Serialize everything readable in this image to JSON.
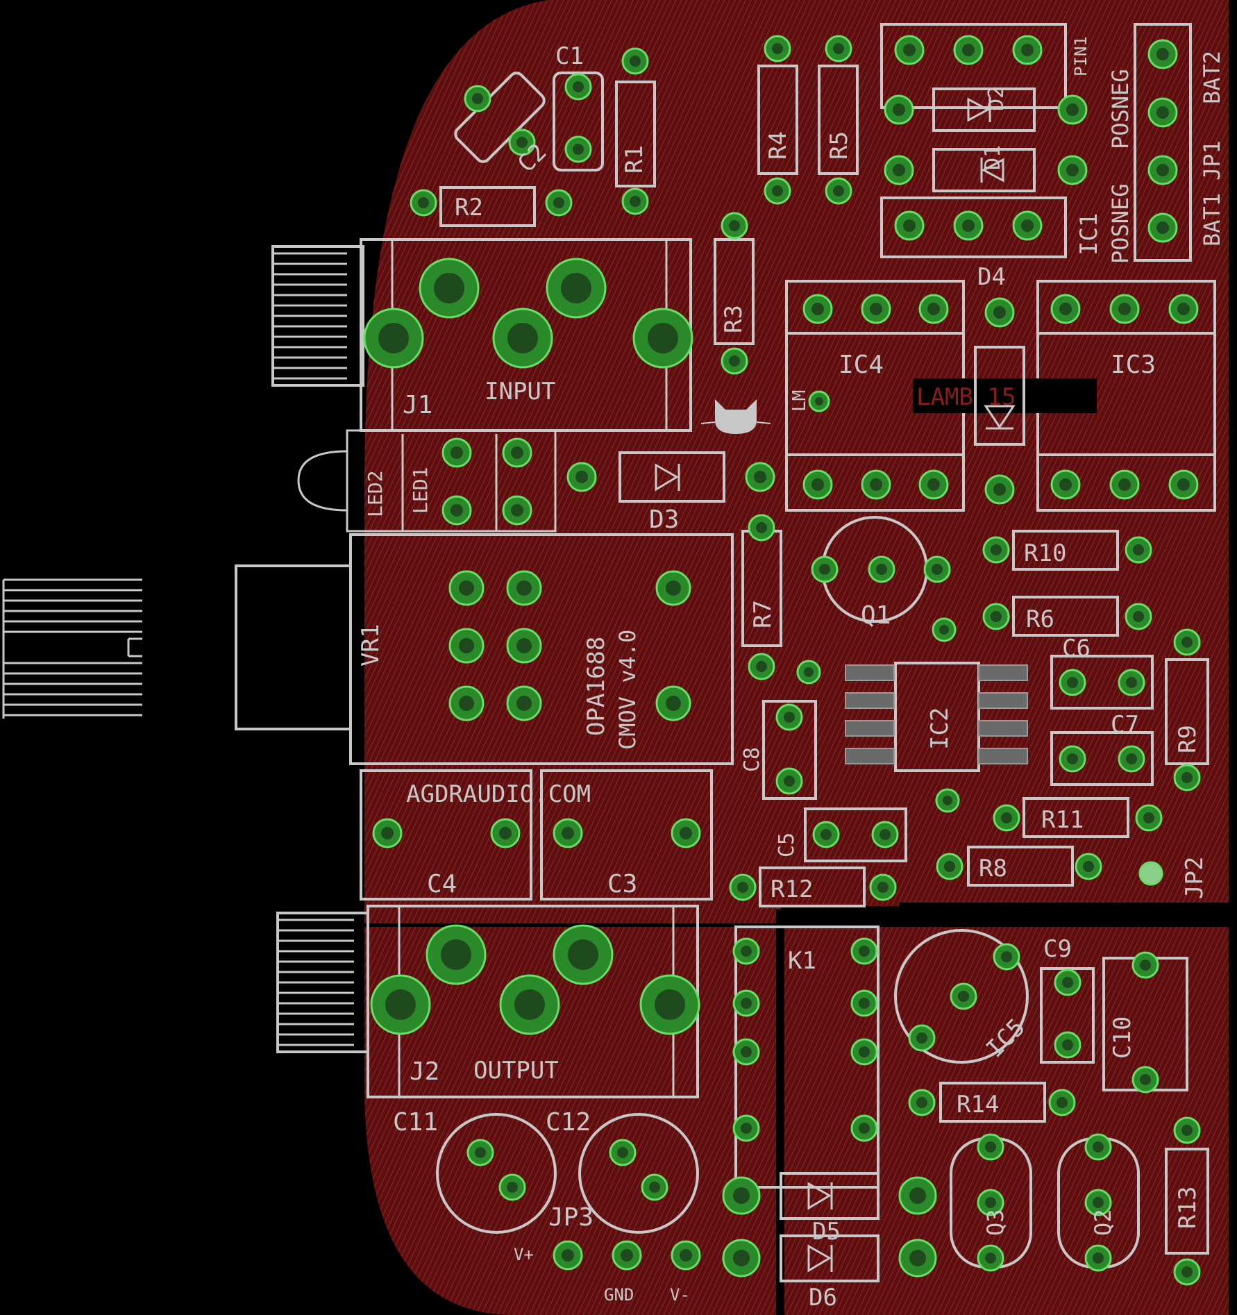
{
  "colors": {
    "background": "#000000",
    "copper": "#5a1010",
    "copper_hatch": "#8a1c1c",
    "silkscreen": "#c8c8c8",
    "pad": "#2a8a2a",
    "pad_highlight": "#64e064"
  },
  "board_text": {
    "input": "INPUT",
    "output": "OUTPUT",
    "website": "AGDRAUDIO.COM",
    "ic_marking": "OPA1688",
    "version": "CMOV v4.0",
    "lm": "LM",
    "lamb": "LAMB 15",
    "power": {
      "vplus": "V+",
      "gnd": "GND",
      "vminus": "V-"
    },
    "battery": {
      "posneg_1": "POSNEG",
      "posneg_2": "POSNEG",
      "bat1": "BAT1",
      "jp1": "JP1",
      "bat2": "BAT2",
      "pin1": "PIN1"
    }
  },
  "refdes": {
    "c1": "C1",
    "c2": "C2",
    "c3": "C3",
    "c4": "C4",
    "c5": "C5",
    "c6": "C6",
    "c7": "C7",
    "c8": "C8",
    "c9": "C9",
    "c10": "C10",
    "c11": "C11",
    "c12": "C12",
    "r1": "R1",
    "r2": "R2",
    "r3": "R3",
    "r4": "R4",
    "r5": "R5",
    "r6": "R6",
    "r7": "R7",
    "r8": "R8",
    "r9": "R9",
    "r10": "R10",
    "r11": "R11",
    "r12": "R12",
    "r13": "R13",
    "r14": "R14",
    "d1": "D1",
    "d2": "D2",
    "d3": "D3",
    "d4": "D4",
    "d5": "D5",
    "d6": "D6",
    "ic1": "IC1",
    "ic2": "IC2",
    "ic3": "IC3",
    "ic4": "IC4",
    "ic5": "IC5",
    "j1": "J1",
    "j2": "J2",
    "jp2": "JP2",
    "jp3": "JP3",
    "q1": "Q1",
    "q2": "Q2",
    "q3": "Q3",
    "k1": "K1",
    "vr1": "VR1",
    "led1": "LED1",
    "led2": "LED2"
  },
  "icons": {
    "logo": "cat-logo-icon"
  }
}
